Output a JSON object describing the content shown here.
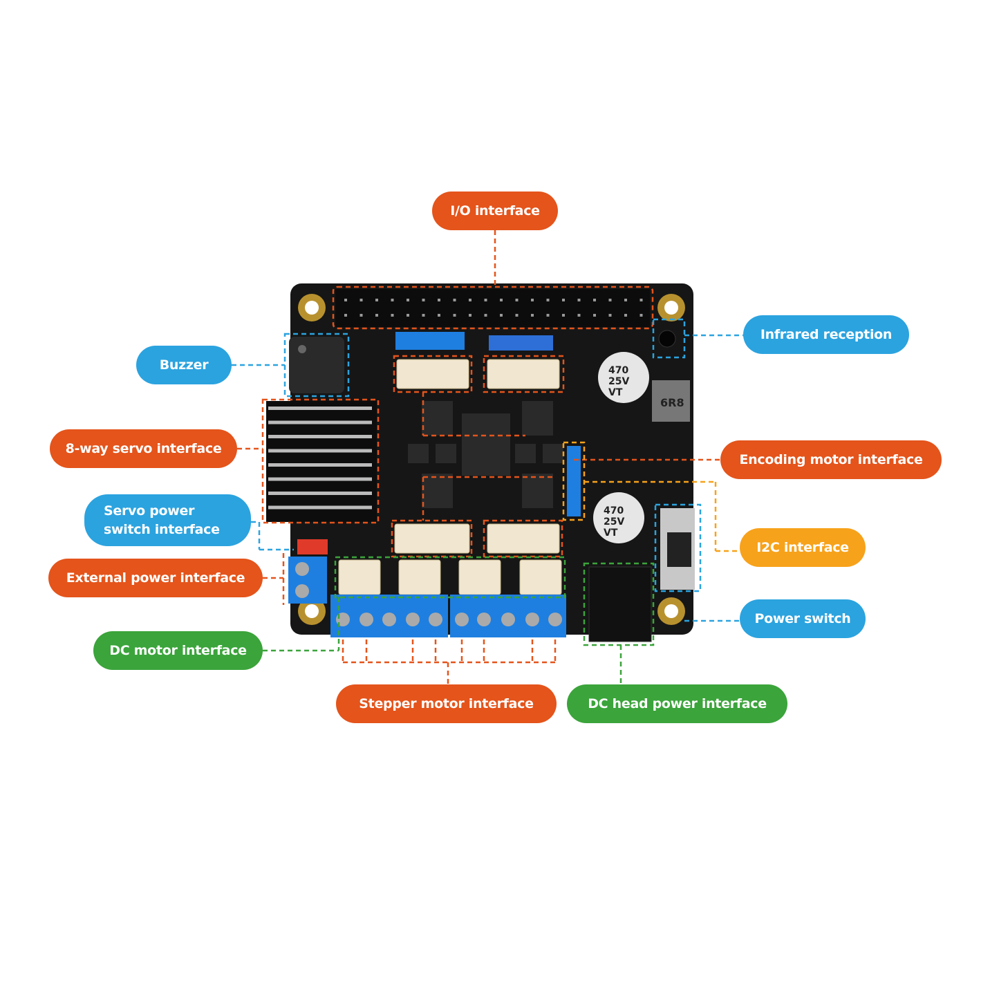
{
  "labels": {
    "io": "I/O interface",
    "infrared": "Infrared reception",
    "buzzer": "Buzzer",
    "servo8": "8-way servo interface",
    "encoding": "Encoding motor interface",
    "servo_power_line1": "Servo power",
    "servo_power_line2": "switch interface",
    "i2c": "I2C interface",
    "external_power": "External power interface",
    "power_switch": "Power switch",
    "dc_motor": "DC motor interface",
    "stepper": "Stepper motor interface",
    "dc_head": "DC head power interface"
  },
  "board": {
    "capacitor_text": [
      "470",
      "25V",
      "VT"
    ],
    "inductor_text": "6R8"
  },
  "colors": {
    "orange": "#e4541b",
    "blue": "#2ba3df",
    "yellow": "#f7a21b",
    "green": "#3ba43b",
    "pcb": "#1a1a1a",
    "terminal": "#1e7fe0"
  }
}
